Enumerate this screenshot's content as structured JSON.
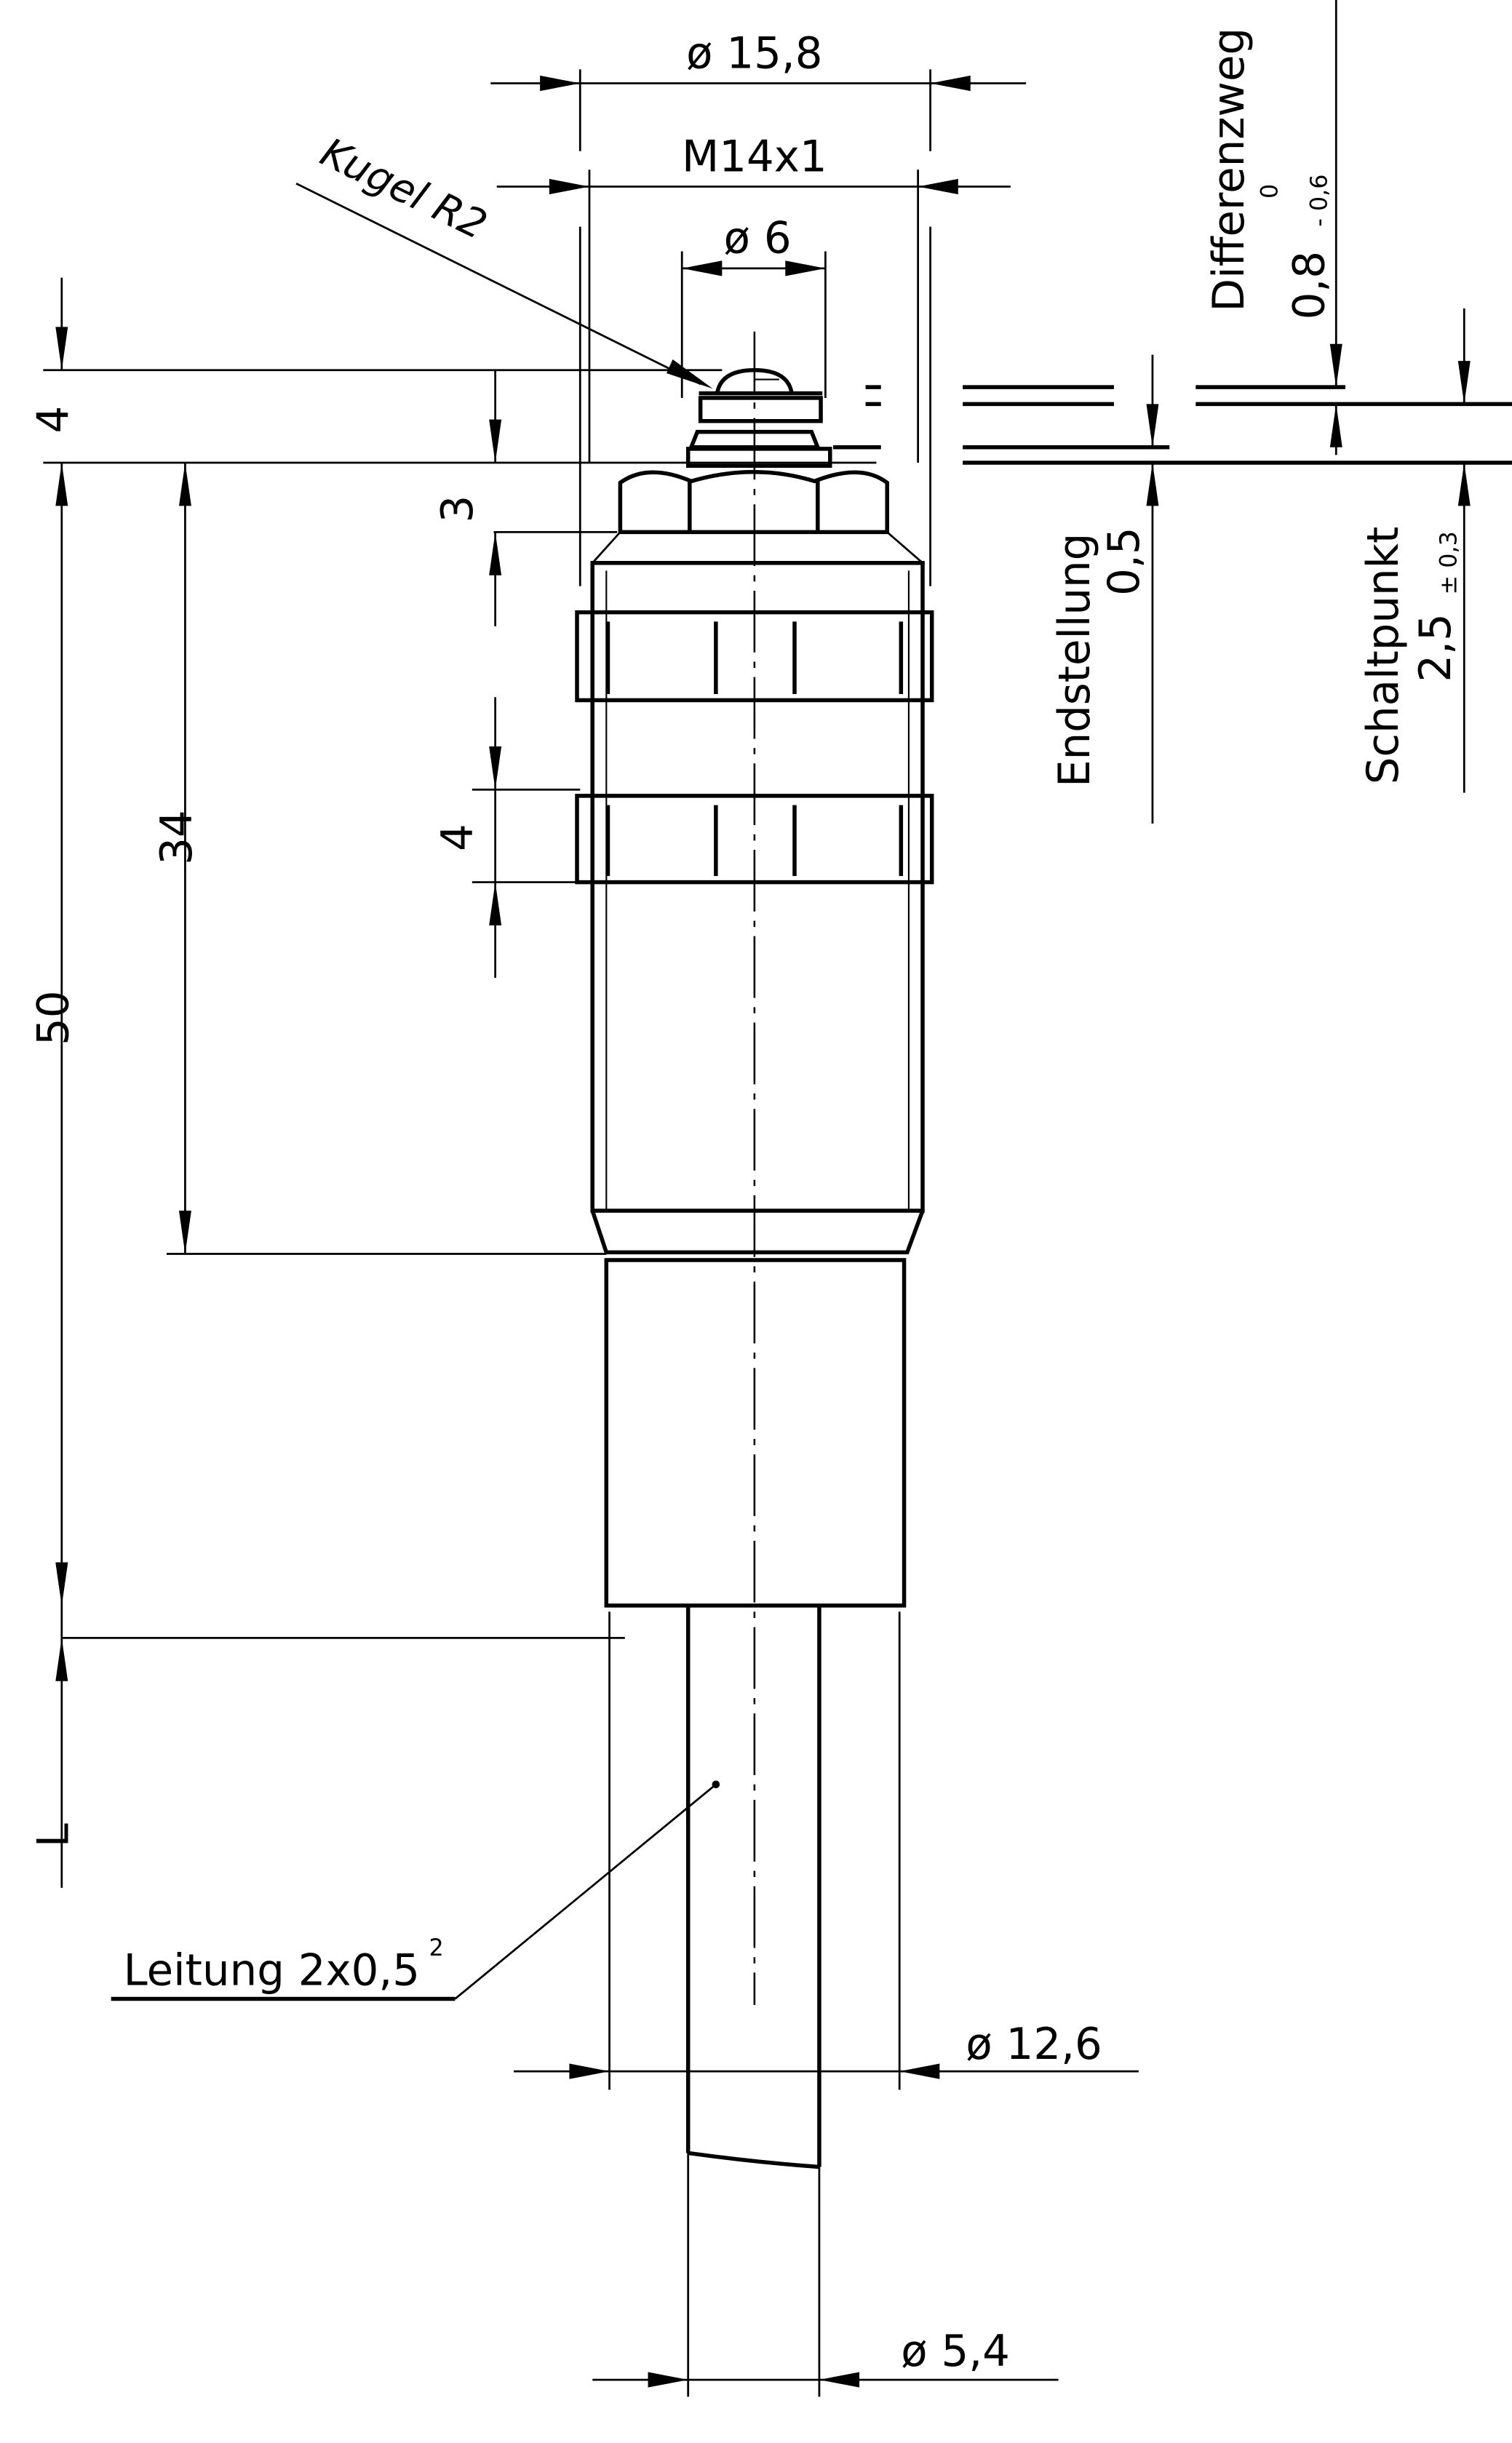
{
  "drawing": {
    "type": "technical-drawing",
    "subject": "switch with ball plunger and cable",
    "line_color": "#000000",
    "background": "#ffffff"
  },
  "dimensions": {
    "dia_15_8": "ø 15,8",
    "thread": "M14x1",
    "dia_6": "ø 6",
    "ball_label": "Kugel R2",
    "top_4": "4",
    "nut_3": "3",
    "nut_4": "4",
    "len_34": "34",
    "len_50": "50",
    "len_L": "L",
    "cable_label": "Leitung 2x0,5",
    "cable_sup": "2",
    "dia_12_6": "ø 12,6",
    "dia_5_4": "ø 5,4"
  },
  "travel": {
    "differenzweg": {
      "label": "Differenzweg",
      "value": "0,8",
      "tol_upper": "0",
      "tol_lower": "- 0,6"
    },
    "endstellung": {
      "label": "Endstellung",
      "value": "0,5"
    },
    "schaltpunkt": {
      "label": "Schaltpunkt",
      "value": "2,5",
      "tol": "± 0,3"
    }
  }
}
